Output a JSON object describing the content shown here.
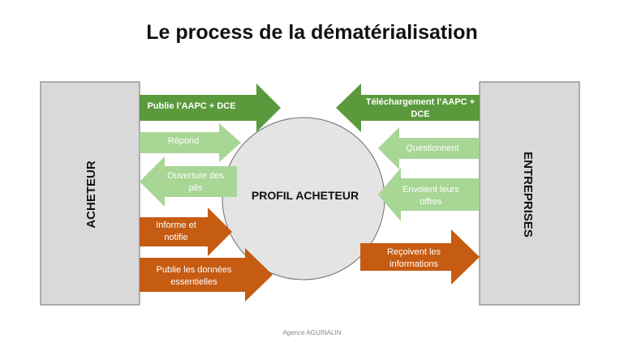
{
  "title": "Le process de la dématérialisation",
  "footer": "Agence AGUINALIN",
  "colors": {
    "dark_green": "#5b9a3c",
    "light_green": "#a8d695",
    "orange": "#c65b12",
    "box_fill": "#d9d9d9",
    "circle_fill": "#e4e4e4"
  },
  "left_box": {
    "label": "ACHETEUR"
  },
  "right_box": {
    "label": "ENTREPRISES"
  },
  "center": {
    "label": "PROFIL ACHETEUR"
  },
  "arrows": {
    "publie_aapc": [
      "Publie l’AAPC + DCE"
    ],
    "repond": [
      "Répond"
    ],
    "ouverture_plis": [
      "Ouverture des",
      "plis"
    ],
    "informe": [
      "Informe et",
      "notifie"
    ],
    "publie_donnees": [
      "Publie les données",
      "essentielles"
    ],
    "telechargement": [
      "Téléchargement l’AAPC +",
      "DCE"
    ],
    "questionnent": [
      "Questionnent"
    ],
    "envoient": [
      "Envoient leurs",
      "offres"
    ],
    "recoivent": [
      "Reçoivent les",
      "informations"
    ]
  }
}
